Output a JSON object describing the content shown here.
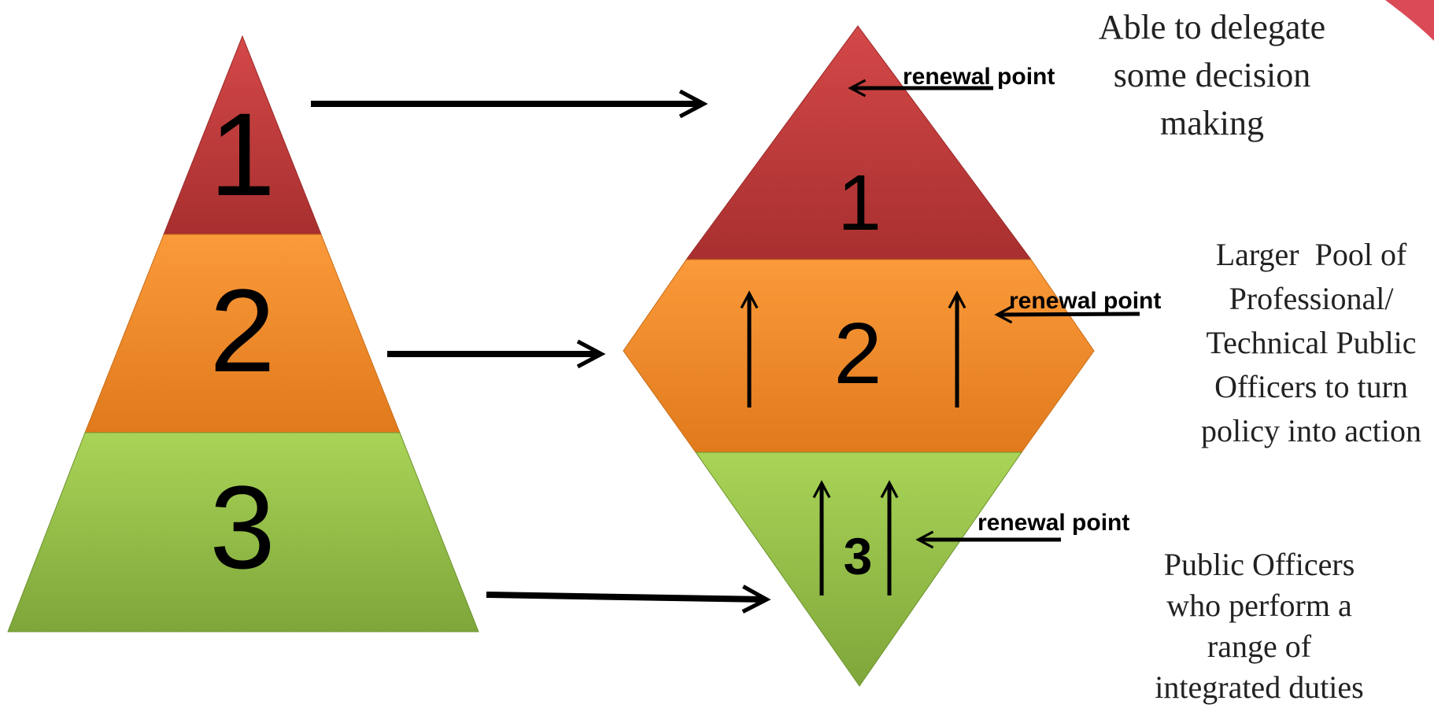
{
  "colors": {
    "red": "#c23c3c",
    "orange": "#f38a26",
    "green": "#8bba42",
    "accent_arc": "#d42a3a"
  },
  "pyramid": {
    "tiers": [
      {
        "label": "1",
        "color": "red"
      },
      {
        "label": "2",
        "color": "orange"
      },
      {
        "label": "3",
        "color": "green"
      }
    ]
  },
  "diamond": {
    "tiers": [
      {
        "label": "1",
        "color": "red"
      },
      {
        "label": "2",
        "color": "orange"
      },
      {
        "label": "3",
        "color": "green"
      }
    ],
    "renewal_labels": [
      "renewal point",
      "renewal point",
      "renewal point"
    ]
  },
  "descriptions": {
    "top": [
      "Able to delegate",
      "some decision",
      "making"
    ],
    "middle": [
      "Larger  Pool of",
      "Professional/",
      "Technical Public",
      "Officers to turn",
      "policy into action"
    ],
    "bottom": [
      "Public Officers",
      "who perform a",
      "range of",
      "integrated duties"
    ]
  }
}
